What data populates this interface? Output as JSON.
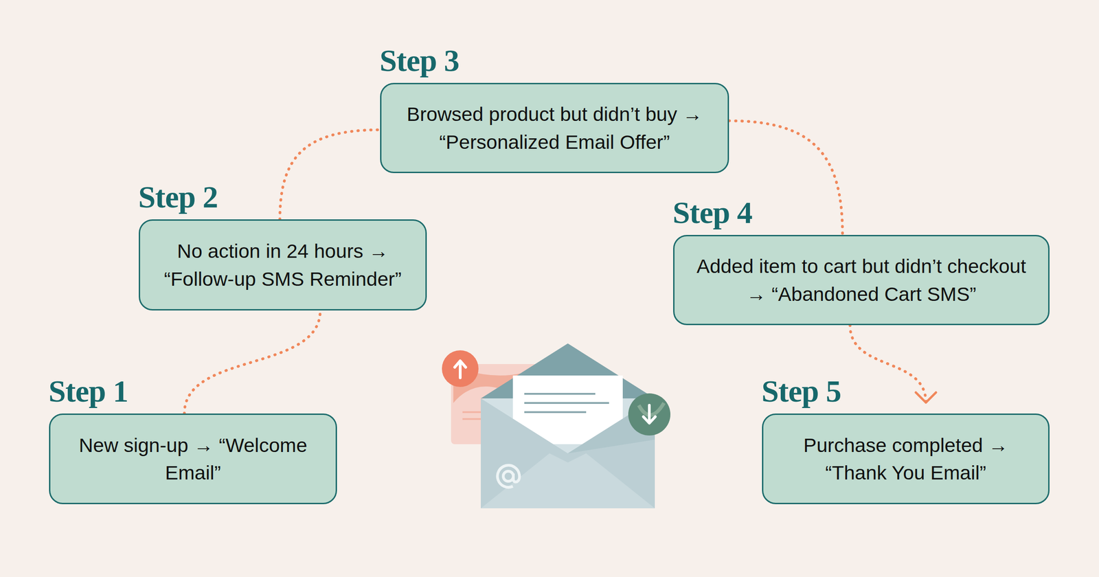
{
  "diagram": {
    "nodes": [
      {
        "text": [
          "Step 1",
          "New sign-up → “Welcome Email”"
        ]
      },
      {
        "text": [
          "Step 2",
          "No action in 24 hours → “Follow-up SMS Reminder”"
        ]
      },
      {
        "text": [
          "Step 3",
          "Browsed product but didn’t buy → “Personalized Email Offer”"
        ]
      },
      {
        "text": [
          "Step 4",
          "Added item to cart but didn’t checkout → “Abandoned Cart SMS”"
        ]
      },
      {
        "text": [
          "Step 5",
          "Purchase completed → “Thank You Email”"
        ]
      }
    ],
    "edges": [
      {
        "from": 0,
        "to": 1,
        "arrow": "none"
      },
      {
        "from": 1,
        "to": 2,
        "arrow": "none"
      },
      {
        "from": 2,
        "to": 3,
        "arrow": "none"
      },
      {
        "from": 3,
        "to": 4,
        "arrow": "to"
      }
    ]
  }
}
